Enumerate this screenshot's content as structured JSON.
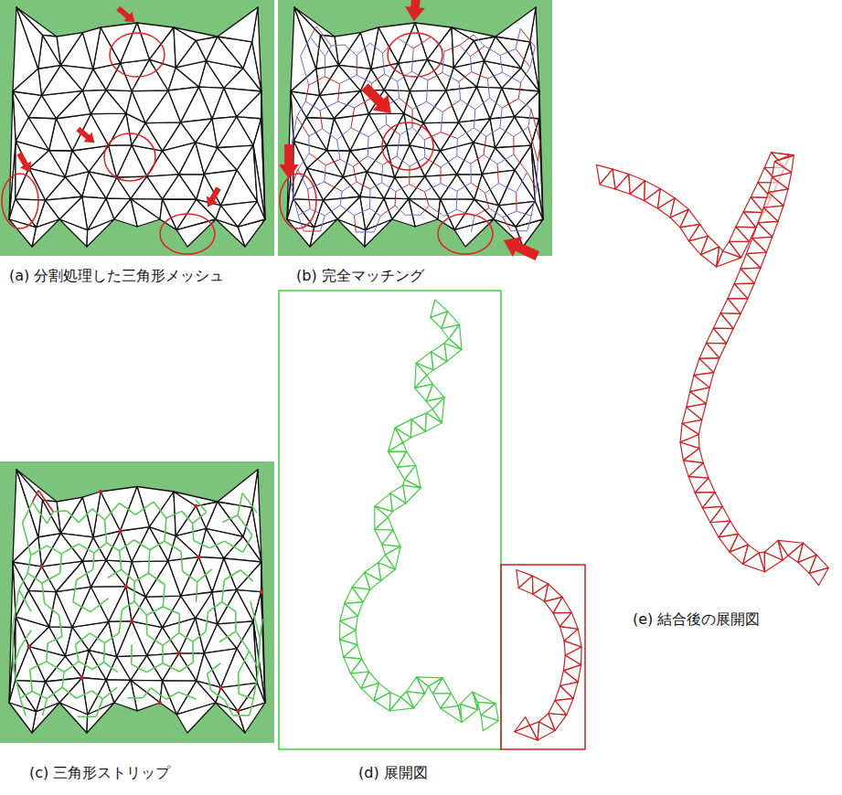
{
  "diagram": {
    "labels": [
      "(a) 分割処理した三角形メッシュ",
      "(b) 完全マッチング",
      "(c) 三角形ストリップ",
      "(d) 展開図",
      "(e) 結合後の展開図"
    ]
  }
}
